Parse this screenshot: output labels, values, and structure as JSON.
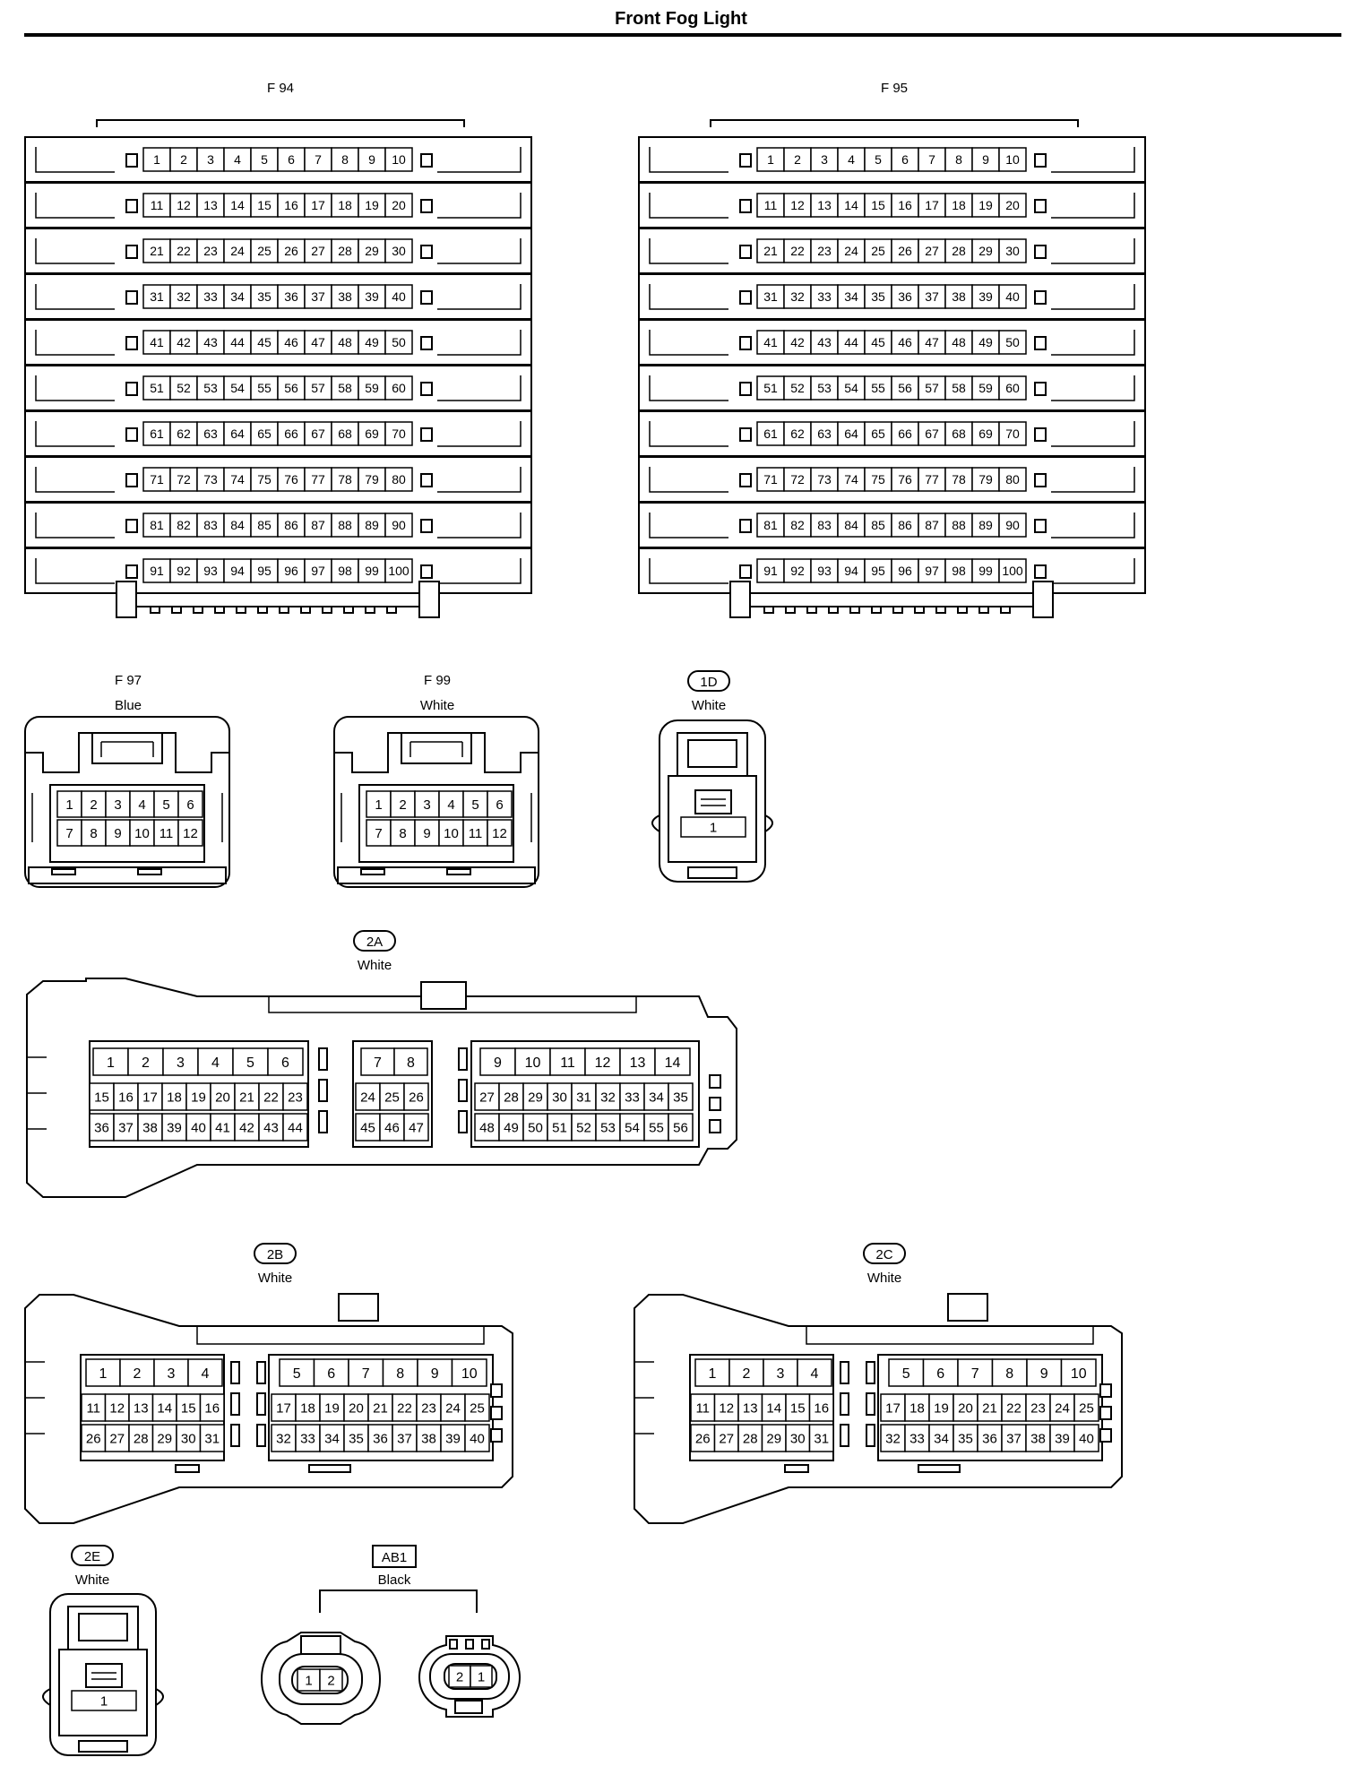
{
  "title": "Front Fog Light",
  "connectors": {
    "f94": {
      "code": "F 94",
      "rows": 10,
      "per_row": 10
    },
    "f95": {
      "code": "F 95",
      "rows": 10,
      "per_row": 10
    },
    "f97": {
      "code": "F 97",
      "color": "Blue",
      "pins": [
        [
          "1",
          "2",
          "3",
          "4",
          "5",
          "6"
        ],
        [
          "7",
          "8",
          "9",
          "10",
          "11",
          "12"
        ]
      ]
    },
    "f99": {
      "code": "F 99",
      "color": "White",
      "pins": [
        [
          "1",
          "2",
          "3",
          "4",
          "5",
          "6"
        ],
        [
          "7",
          "8",
          "9",
          "10",
          "11",
          "12"
        ]
      ]
    },
    "1d": {
      "code": "1D",
      "color": "White",
      "pins": [
        "1"
      ]
    },
    "2a": {
      "code": "2A",
      "color": "White",
      "blocks": [
        {
          "rows": [
            [
              "1",
              "2",
              "3",
              "4",
              "5",
              "6"
            ],
            [
              "15",
              "16",
              "17",
              "18",
              "19",
              "20",
              "21",
              "22",
              "23"
            ],
            [
              "36",
              "37",
              "38",
              "39",
              "40",
              "41",
              "42",
              "43",
              "44"
            ]
          ]
        },
        {
          "rows": [
            [
              "7",
              "8"
            ],
            [
              "24",
              "25",
              "26"
            ],
            [
              "45",
              "46",
              "47"
            ]
          ]
        },
        {
          "rows": [
            [
              "9",
              "10",
              "11",
              "12",
              "13",
              "14"
            ],
            [
              "27",
              "28",
              "29",
              "30",
              "31",
              "32",
              "33",
              "34",
              "35"
            ],
            [
              "48",
              "49",
              "50",
              "51",
              "52",
              "53",
              "54",
              "55",
              "56"
            ]
          ]
        }
      ]
    },
    "2b": {
      "code": "2B",
      "color": "White",
      "blocks": [
        {
          "rows": [
            [
              "1",
              "2",
              "3",
              "4"
            ],
            [
              "11",
              "12",
              "13",
              "14",
              "15",
              "16"
            ],
            [
              "26",
              "27",
              "28",
              "29",
              "30",
              "31"
            ]
          ]
        },
        {
          "rows": [
            [
              "5",
              "6",
              "7",
              "8",
              "9",
              "10"
            ],
            [
              "17",
              "18",
              "19",
              "20",
              "21",
              "22",
              "23",
              "24",
              "25"
            ],
            [
              "32",
              "33",
              "34",
              "35",
              "36",
              "37",
              "38",
              "39",
              "40"
            ]
          ]
        }
      ]
    },
    "2c": {
      "code": "2C",
      "color": "White",
      "blocks": [
        {
          "rows": [
            [
              "1",
              "2",
              "3",
              "4"
            ],
            [
              "11",
              "12",
              "13",
              "14",
              "15",
              "16"
            ],
            [
              "26",
              "27",
              "28",
              "29",
              "30",
              "31"
            ]
          ]
        },
        {
          "rows": [
            [
              "5",
              "6",
              "7",
              "8",
              "9",
              "10"
            ],
            [
              "17",
              "18",
              "19",
              "20",
              "21",
              "22",
              "23",
              "24",
              "25"
            ],
            [
              "32",
              "33",
              "34",
              "35",
              "36",
              "37",
              "38",
              "39",
              "40"
            ]
          ]
        }
      ]
    },
    "2e": {
      "code": "2E",
      "color": "White",
      "pins": [
        "1"
      ]
    },
    "ab1": {
      "code": "AB1",
      "color": "Black",
      "left_pins": [
        "1",
        "2"
      ],
      "right_pins": [
        "2",
        "1"
      ]
    }
  }
}
